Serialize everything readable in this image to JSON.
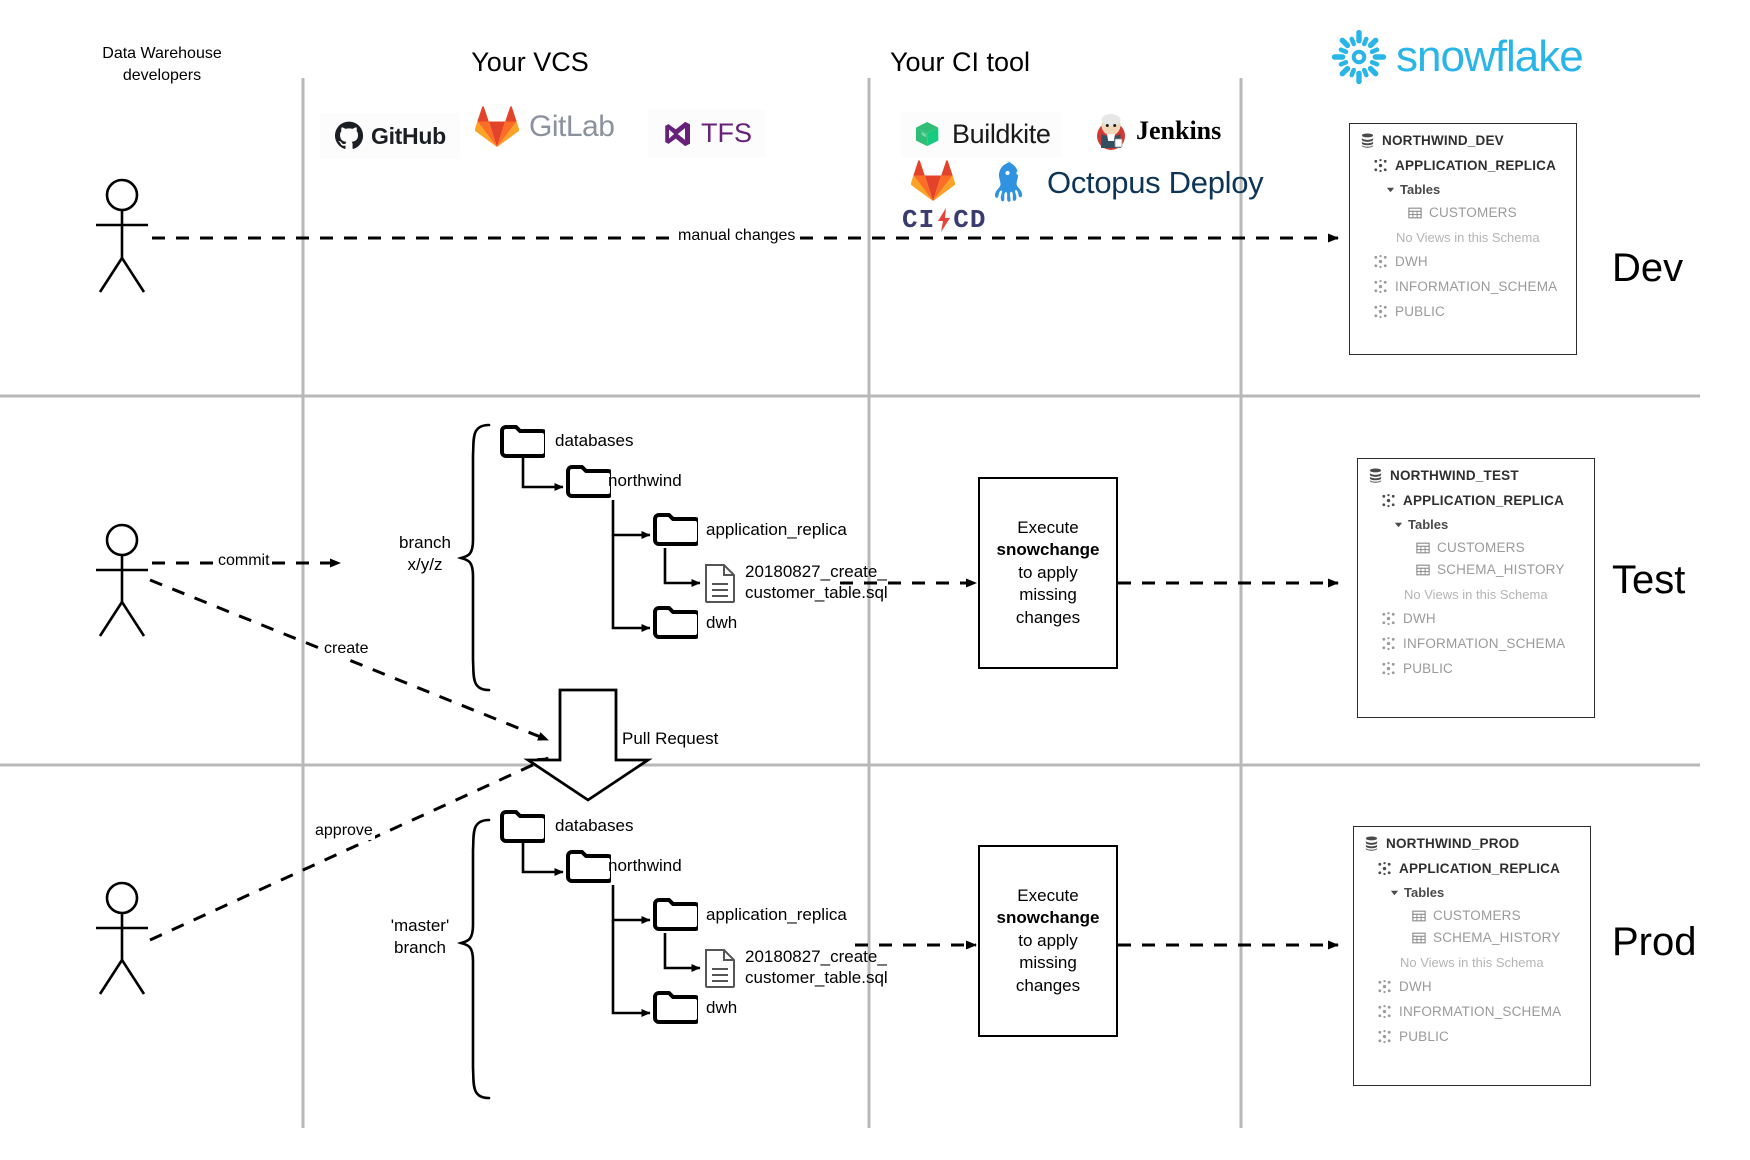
{
  "headers": {
    "developers": "Data Warehouse\ndevelopers",
    "developers_line1": "Data Warehouse",
    "developers_line2": "developers",
    "vcs": "Your VCS",
    "ci": "Your CI tool"
  },
  "logos": {
    "github": "GitHub",
    "gitlab": "GitLab",
    "tfs": "TFS",
    "buildkite": "Buildkite",
    "jenkins": "Jenkins",
    "octopus": "Octopus Deploy",
    "cicd": "CI/CD",
    "snowflake": "snowflake"
  },
  "env_labels": {
    "dev": "Dev",
    "test": "Test",
    "prod": "Prod"
  },
  "edges": {
    "manual_changes": "manual changes",
    "commit": "commit",
    "create": "create",
    "approve": "approve",
    "pull_request": "Pull Request"
  },
  "branches": {
    "test_line1": "branch",
    "test_line2": "x/y/z",
    "prod_line1": "'master'",
    "prod_line2": "branch"
  },
  "tree": {
    "databases": "databases",
    "northwind": "northwind",
    "application_replica": "application_replica",
    "sql_file_line1": "20180827_create_",
    "sql_file_line2": "customer_table.sql",
    "dwh": "dwh"
  },
  "exec_box": {
    "line1": "Execute",
    "line2": "snowchange",
    "line3": "to apply",
    "line4": "missing",
    "line5": "changes"
  },
  "panels": [
    {
      "id": "dev",
      "database": "NORTHWIND_DEV",
      "schema": "APPLICATION_REPLICA",
      "tables_label": "Tables",
      "tables": [
        "CUSTOMERS"
      ],
      "no_views": "No Views in this Schema",
      "other_schemas": [
        "DWH",
        "INFORMATION_SCHEMA",
        "PUBLIC"
      ]
    },
    {
      "id": "test",
      "database": "NORTHWIND_TEST",
      "schema": "APPLICATION_REPLICA",
      "tables_label": "Tables",
      "tables": [
        "CUSTOMERS",
        "SCHEMA_HISTORY"
      ],
      "no_views": "No Views in this Schema",
      "other_schemas": [
        "DWH",
        "INFORMATION_SCHEMA",
        "PUBLIC"
      ]
    },
    {
      "id": "prod",
      "database": "NORTHWIND_PROD",
      "schema": "APPLICATION_REPLICA",
      "tables_label": "Tables",
      "tables": [
        "CUSTOMERS",
        "SCHEMA_HISTORY"
      ],
      "no_views": "No Views in this Schema",
      "other_schemas": [
        "DWH",
        "INFORMATION_SCHEMA",
        "PUBLIC"
      ]
    }
  ],
  "colors": {
    "snowflake_blue": "#29b5e8",
    "gitlab_orange": "#e24329",
    "octopus_blue": "#2f93e0",
    "tfs_purple": "#68217a",
    "buildkite_green": "#30be76",
    "cicd_navy": "#3b3c6e",
    "divider_grey": "#b8b8b8"
  }
}
